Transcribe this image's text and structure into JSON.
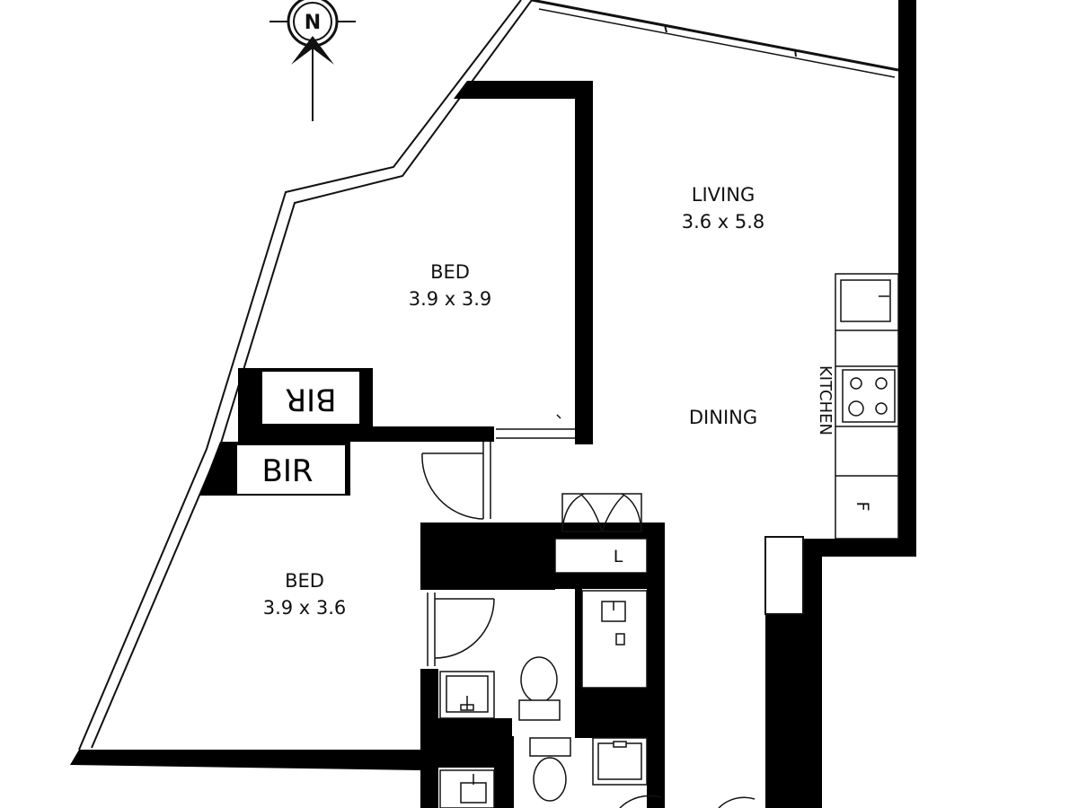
{
  "compass": {
    "letter": "N"
  },
  "rooms": {
    "living": {
      "name": "LIVING",
      "size": "3.6 x 5.8"
    },
    "dining": {
      "name": "DINING"
    },
    "kitchen": {
      "name": "KITCHEN"
    },
    "bed1": {
      "name": "BED",
      "size": "3.9 x 3.9"
    },
    "bed2": {
      "name": "BED",
      "size": "3.9 x 3.6"
    },
    "bir_top": {
      "name": "BIR"
    },
    "bir_bottom": {
      "name": "BIR"
    },
    "laundry": {
      "name": "L"
    },
    "fridge": {
      "name": "F"
    }
  },
  "colors": {
    "wall": "#000000",
    "background": "#ffffff",
    "line": "#222222"
  }
}
